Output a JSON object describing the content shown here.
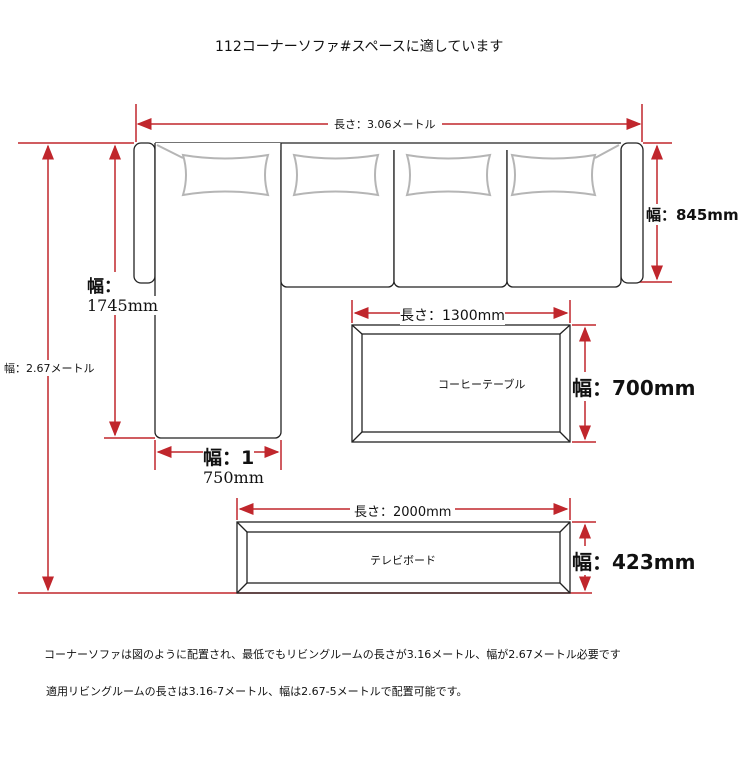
{
  "title": "112コーナーソファ#スペースに適しています",
  "dims": {
    "overall_length": "長さ：3.06メートル",
    "back_depth": "幅：845mm",
    "overall_width": "幅：2.67メートル",
    "chaise_length_a": "幅：",
    "chaise_length_b": "1745mm",
    "chaise_width_a": "幅：1",
    "chaise_width_b": "750mm",
    "coffee_length": "長さ：1300mm",
    "coffee_width": "幅：700mm",
    "tv_length": "長さ：2000mm",
    "tv_width": "幅：423mm"
  },
  "items": {
    "coffee_table": "コーヒーテーブル",
    "tv_board": "テレビボード"
  },
  "notes": [
    "コーナーソファは図のように配置され、最低でもリビングルームの長さが3.16メートル、幅が2.67メートル必要です",
    "適用リビングルームの長さは3.16-7メートル、幅は2.67-5メートルで配置可能です。"
  ],
  "colors": {
    "dimension": "#c0262c",
    "outline": "#222222",
    "cushion": "#b5b5b5"
  }
}
